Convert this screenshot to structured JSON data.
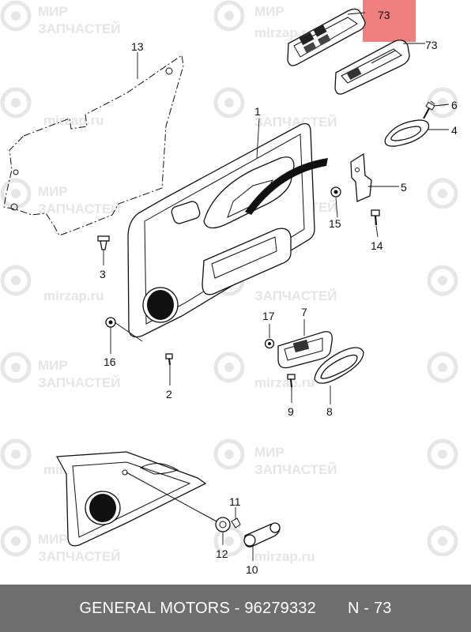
{
  "watermark": {
    "line1": "МИР",
    "line2": "ЗАПЧАСТЕЙ",
    "url": "mirzap.ru"
  },
  "highlight_color": "#f08080",
  "callouts": {
    "c13": "13",
    "c1": "1",
    "c73a": "73",
    "c73b": "73",
    "c6": "6",
    "c4": "4",
    "c5": "5",
    "c15": "15",
    "c14": "14",
    "c3": "3",
    "c16": "16",
    "c2": "2",
    "c17": "17",
    "c7": "7",
    "c9": "9",
    "c8": "8",
    "c11": "11",
    "c12": "12",
    "c10": "10"
  },
  "footer": {
    "brand_part": "GENERAL MOTORS - 96279332",
    "position": "N - 73"
  }
}
